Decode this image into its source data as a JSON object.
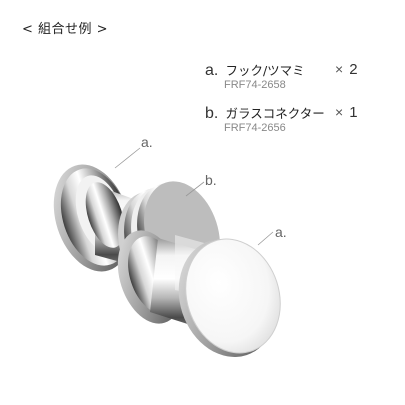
{
  "heading": "< 組合せ例 >",
  "parts": [
    {
      "letter": "a.",
      "name": "フック/ツマミ",
      "code": "FRF74-2658",
      "multiplier": "×",
      "quantity": "2"
    },
    {
      "letter": "b.",
      "name": "ガラスコネクター",
      "code": "FRF74-2656",
      "multiplier": "×",
      "quantity": "1"
    }
  ],
  "callouts": {
    "left_knob": "a.",
    "connector": "b.",
    "right_knob": "a."
  }
}
